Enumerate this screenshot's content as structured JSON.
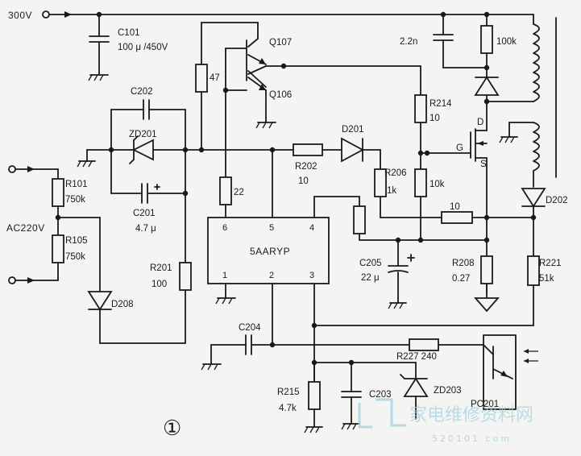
{
  "figure_number": "①",
  "ic": {
    "name": "5AARYP",
    "pins": [
      "1",
      "2",
      "3",
      "4",
      "5",
      "6"
    ]
  },
  "inputs": {
    "dc_bus": "300V",
    "ac_line": "AC220V"
  },
  "labels": {
    "C101": "C101",
    "C101_val": "100 μ /450V",
    "C202": "C202",
    "ZD201": "ZD201",
    "C201": "C201",
    "C201_val": "4.7 μ",
    "R101": "R101",
    "R101_val": "750k",
    "R105": "R105",
    "R105_val": "750k",
    "D208": "D208",
    "R201": "R201",
    "R201_val": "100",
    "R_47": "47",
    "R_22": "22",
    "Q107": "Q107",
    "Q106": "Q106",
    "R202": "R202",
    "R202_val": "10",
    "D201": "D201",
    "R206": "R206",
    "R206_val": "1k",
    "R214": "R214",
    "R214_val": "10",
    "R_10k": "10k",
    "C_2n2": "2.2n",
    "R_100k": "100k",
    "gate_D": "D",
    "gate_G": "G",
    "gate_S": "S",
    "R_10": "10",
    "D202": "D202",
    "C205": "C205",
    "C205_val": "22 μ",
    "R208": "R208",
    "R208_val": "0.27",
    "R221": "R221",
    "R221_val": "51k",
    "C204": "C204",
    "R227": "R227 240",
    "R215": "R215",
    "R215_val": "4.7k",
    "C203": "C203",
    "ZD203": "ZD203",
    "PC201": "PC201"
  },
  "watermark": {
    "text": "家电维修资料网",
    "url": "520101.com"
  }
}
